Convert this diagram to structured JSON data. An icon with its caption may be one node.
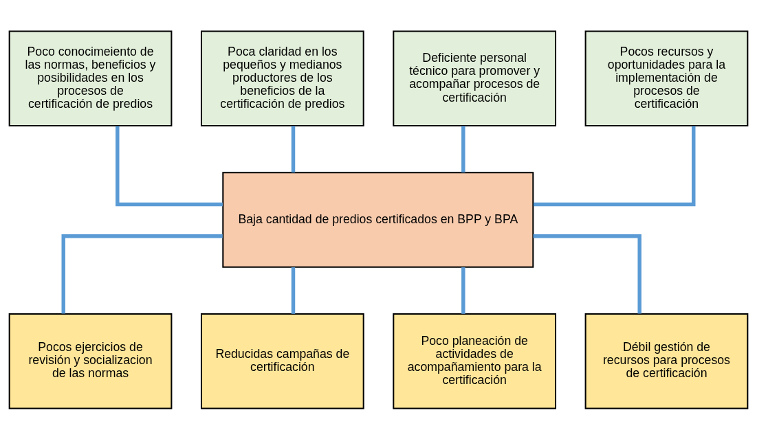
{
  "diagram": {
    "nodes": [
      {
        "text": [
          "Poco conocimeiento de las normas, beneficios y posibilidades en los procesos de certificación de predios"
        ]
      },
      {
        "text": [
          "Poca claridad en los pequeños y medianos productores de los beneficios de la certificación de predios"
        ]
      },
      {
        "text": [
          "Deficiente personal técnico para promover y acompañar procesos de certificación"
        ]
      },
      {
        "text": [
          "Pocos recursos y oportunidades para la implementación de procesos de certificación"
        ]
      },
      {
        "text": [
          "Baja cantidad de predios certificados en BPP y BPA"
        ]
      },
      {
        "text": [
          "Pocos ejercicios de revisión y socializacion de las normas"
        ]
      },
      {
        "text": [
          "Reducidas campañas de certificación"
        ]
      },
      {
        "text": [
          "Poco planeación de actividades de acompañamiento para la certificación"
        ]
      },
      {
        "text": [
          "Débil gestión de recursos para procesos de certificación"
        ]
      }
    ],
    "edges": [
      {
        "from": 0,
        "to": 4,
        "arrow": "none"
      },
      {
        "from": 1,
        "to": 4,
        "arrow": "none"
      },
      {
        "from": 2,
        "to": 4,
        "arrow": "none"
      },
      {
        "from": 3,
        "to": 4,
        "arrow": "none"
      },
      {
        "from": 4,
        "to": 5,
        "arrow": "none"
      },
      {
        "from": 4,
        "to": 6,
        "arrow": "none"
      },
      {
        "from": 4,
        "to": 7,
        "arrow": "none"
      },
      {
        "from": 4,
        "to": 8,
        "arrow": "none"
      }
    ]
  }
}
